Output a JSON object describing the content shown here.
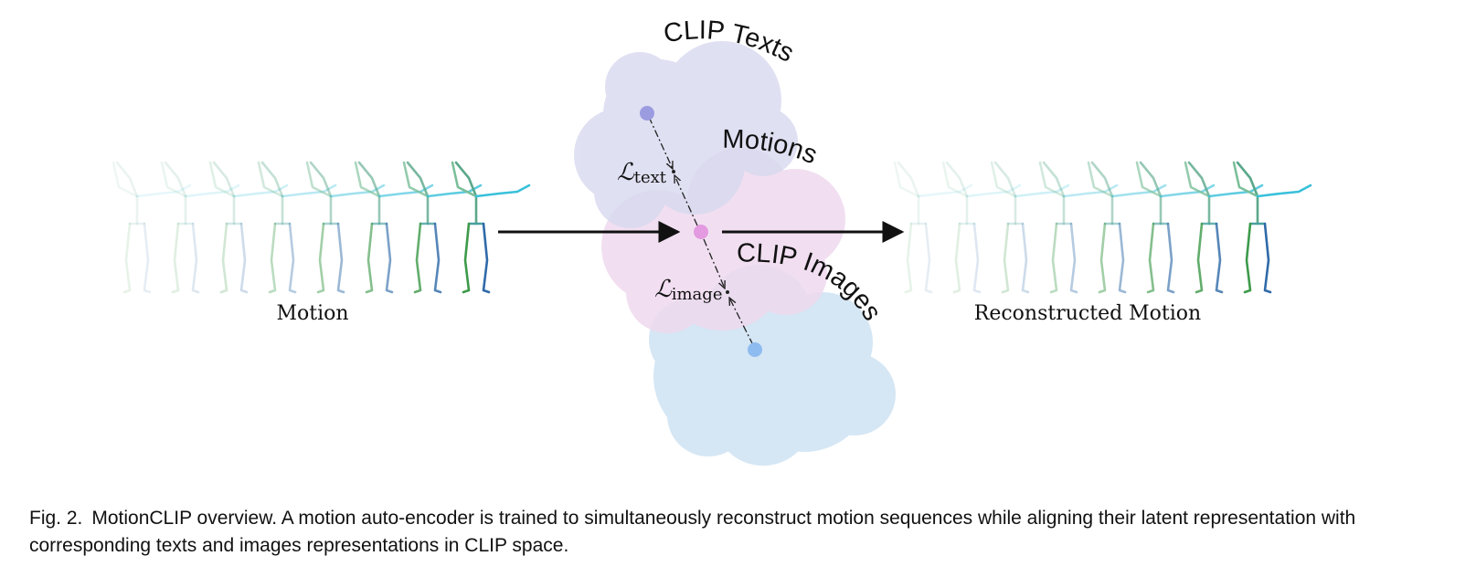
{
  "figure": {
    "input_label": "Motion",
    "output_label": "Reconstructed Motion",
    "cloud_labels": {
      "texts": "CLIP Texts",
      "motions": "Motions",
      "images": "CLIP Images"
    },
    "losses": {
      "symbol": "ℒ",
      "text_sub": "text",
      "image_sub": "image"
    },
    "colors": {
      "texts_cloud": "#d8d9ef",
      "motions_cloud": "#efd9ef",
      "images_cloud": "#d3e5f4",
      "text_point": "#9b9be0",
      "motion_point": "#e39ae0",
      "image_point": "#8ebcf0",
      "arrow": "#111111"
    }
  },
  "caption": {
    "label": "Fig. 2.",
    "text": "MotionCLIP overview. A motion auto-encoder is trained to simultaneously reconstruct motion sequences while aligning their latent representation with corresponding texts and images representations in CLIP space."
  }
}
